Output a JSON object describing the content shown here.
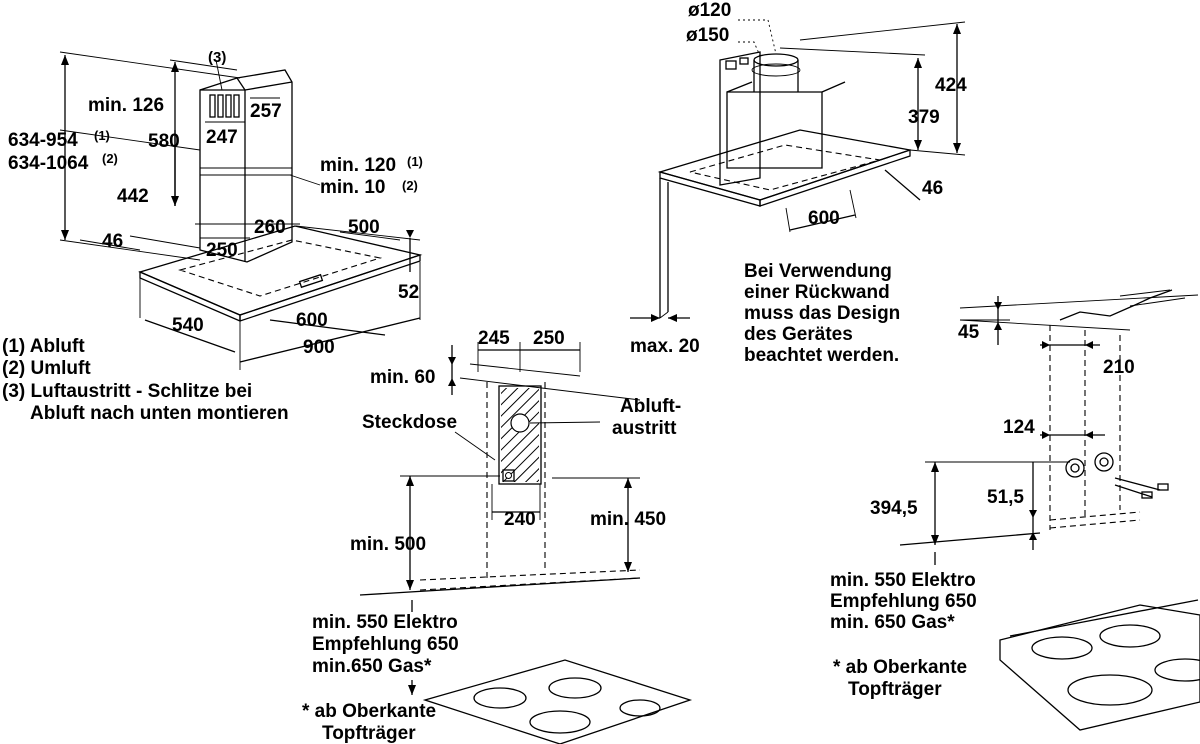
{
  "hood_dims": {
    "d_min126": "min. 126",
    "d_580": "580",
    "d_range1": "634-954",
    "d_range1_ref": "(1)",
    "d_range2": "634-1064",
    "d_range2_ref": "(2)",
    "d_442": "442",
    "d_46": "46",
    "d_3": "(3)",
    "d_257": "257",
    "d_247": "247",
    "d_min120": "min. 120",
    "d_min120_ref": "(1)",
    "d_min10": "min. 10",
    "d_min10_ref": "(2)",
    "d_260": "260",
    "d_250": "250",
    "d_500": "500",
    "d_52": "52",
    "d_540": "540",
    "d_600": "600",
    "d_900": "900"
  },
  "legend": {
    "l1": "(1) Abluft",
    "l2": "(2) Umluft",
    "l3a": "(3) Luftaustritt - Schlitze bei",
    "l3b": "Abluft nach unten montieren"
  },
  "side_view": {
    "d_120": "ø120",
    "d_150": "ø150",
    "d_424": "424",
    "d_379": "379",
    "d_46": "46",
    "d_600": "600",
    "d_max20": "max. 20",
    "note1": "Bei Verwendung",
    "note2": "einer Rückwand",
    "note3": "muss das Design",
    "note4": "des Gerätes",
    "note5": "beachtet werden."
  },
  "wall_view": {
    "d_245": "245",
    "d_250": "250",
    "d_min60": "min. 60",
    "steckdose": "Steckdose",
    "abluft1": "Abluft-",
    "abluft2": "austritt",
    "d_240": "240",
    "d_min450": "min. 450",
    "d_min500": "min. 500",
    "req1": "min. 550 Elektro",
    "req2": "Empfehlung 650",
    "req3": "min.650 Gas*",
    "foot1": "* ab Oberkante",
    "foot2": "Topfträger"
  },
  "mount_view": {
    "d_45": "45",
    "d_210": "210",
    "d_124": "124",
    "d_394": "394,5",
    "d_51": "51,5",
    "req1": "min. 550 Elektro",
    "req2": "Empfehlung 650",
    "req3": "min. 650 Gas*",
    "foot1": "* ab Oberkante",
    "foot2": "Topfträger"
  }
}
